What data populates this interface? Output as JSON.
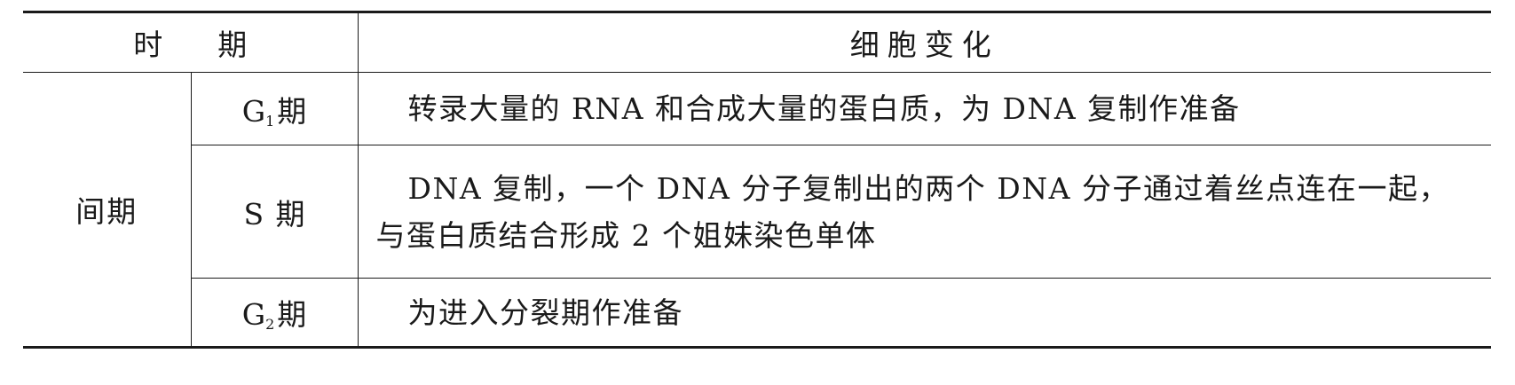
{
  "table": {
    "header": {
      "period_part1": "时",
      "period_part2": "期",
      "change": "细胞变化"
    },
    "interphase_label": "间期",
    "rows": [
      {
        "phase_letter": "G",
        "phase_sub": "1",
        "phase_suffix": "期",
        "change": "转录大量的 RNA 和合成大量的蛋白质，为 DNA 复制作准备"
      },
      {
        "phase_letter": "S",
        "phase_sub": "",
        "phase_suffix": " 期",
        "change": "DNA 复制，一个 DNA 分子复制出的两个 DNA 分子通过着丝点连在一起，与蛋白质结合形成 2 个姐妹染色单体"
      },
      {
        "phase_letter": "G",
        "phase_sub": "2",
        "phase_suffix": "期",
        "change": "为进入分裂期作准备"
      }
    ]
  }
}
